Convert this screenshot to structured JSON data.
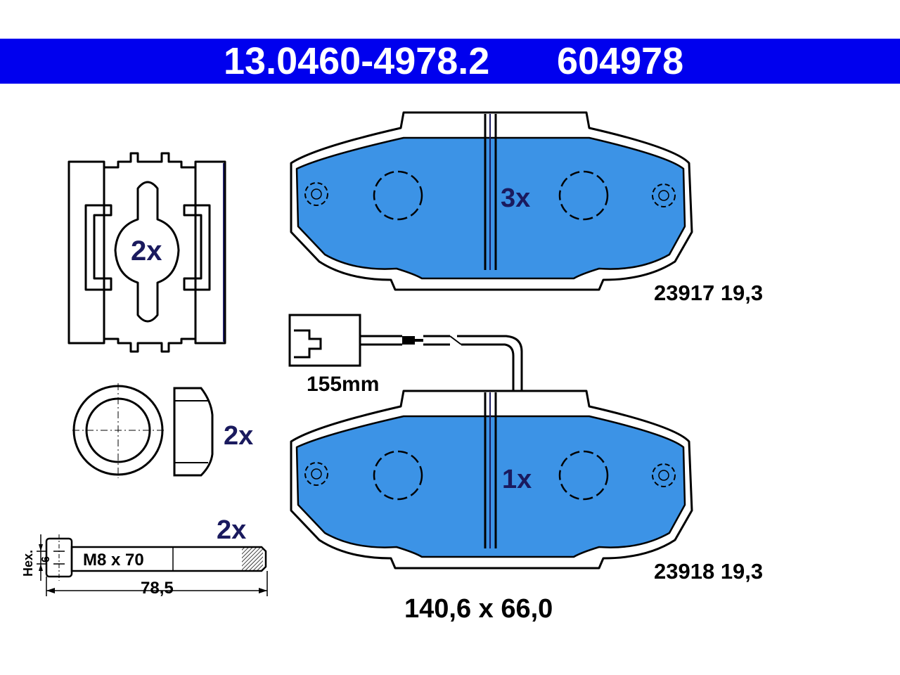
{
  "header": {
    "part_number": "13.0460-4978.2",
    "ref_number": "604978",
    "background_color": "#0000ee",
    "text_color": "#ffffff"
  },
  "colors": {
    "pad_fill": "#3c93e6",
    "line": "#000000",
    "label_navy": "#1a1a5e"
  },
  "clip": {
    "quantity": "2x"
  },
  "washer": {
    "quantity": "2x"
  },
  "bolt": {
    "quantity": "2x",
    "thread_label": "M8 x 70",
    "length_label": "78,5",
    "hex_label": "Hex.",
    "hex_size": "6"
  },
  "sensor": {
    "length_label": "155mm"
  },
  "pad_top": {
    "quantity": "3x",
    "code": "23917 19,3"
  },
  "pad_bottom": {
    "quantity": "1x",
    "code": "23918 19,3"
  },
  "dimensions": {
    "label": "140,6 x 66,0"
  }
}
